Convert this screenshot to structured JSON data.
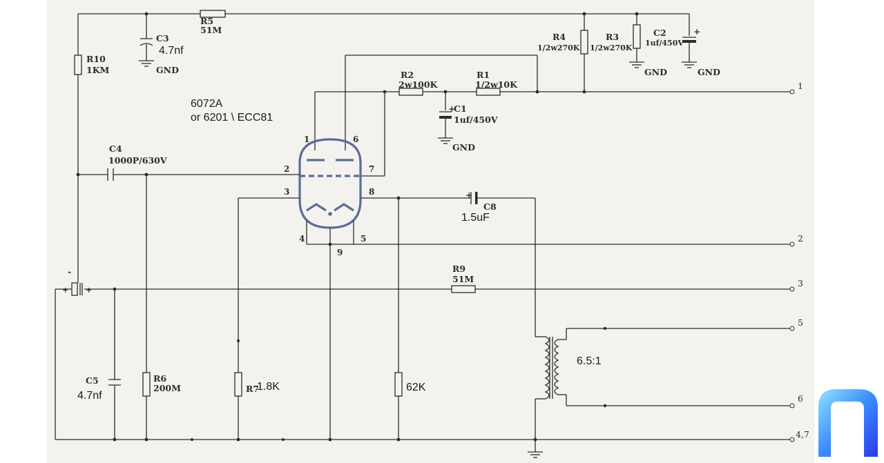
{
  "tube": {
    "name_line1": "6072A",
    "name_line2": "or 6201 \\ ECC81",
    "pins": [
      "1",
      "6",
      "2",
      "7",
      "3",
      "8",
      "4",
      "5",
      "9"
    ]
  },
  "components": {
    "R1": {
      "ref": "R1",
      "value": "1/2w10K"
    },
    "R2": {
      "ref": "R2",
      "value": "2w100K"
    },
    "R3": {
      "ref": "R3",
      "value": "1/2w270K"
    },
    "R4": {
      "ref": "R4",
      "value": "1/2w270K"
    },
    "R5": {
      "ref": "R5",
      "value": "51M"
    },
    "R6": {
      "ref": "R6",
      "value": "200M"
    },
    "R7": {
      "ref": "R7",
      "value": "1.8K"
    },
    "R9": {
      "ref": "R9",
      "value": "51M"
    },
    "R10": {
      "ref": "R10",
      "value": "1KM"
    },
    "R_cathode2": {
      "value": "62K"
    },
    "C1": {
      "ref": "C1",
      "value": "1uf/450V"
    },
    "C2": {
      "ref": "C2",
      "value": "1uf/450V"
    },
    "C3": {
      "ref": "C3",
      "value": "4.7nf"
    },
    "C4": {
      "ref": "C4",
      "value": "1000P/630V"
    },
    "C5": {
      "ref": "C5",
      "value": "4.7nf"
    },
    "C8": {
      "ref": "C8",
      "value": "1.5uF"
    }
  },
  "gnd_label": "GND",
  "transformer_ratio": "6.5:1",
  "terminals": [
    "1",
    "2",
    "3",
    "5",
    "6",
    "4,7"
  ],
  "polarity": {
    "plus": "+",
    "minus": "-"
  }
}
